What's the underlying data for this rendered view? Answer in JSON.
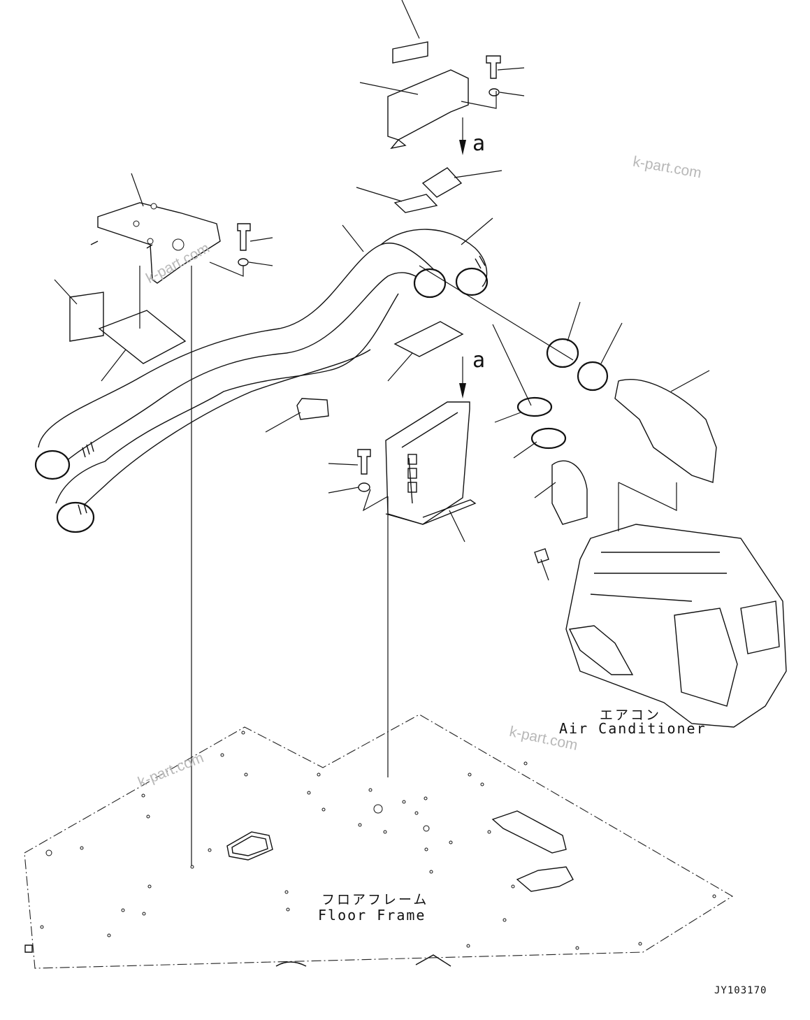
{
  "labels": {
    "air_conditioner_jp": "エアコン",
    "air_conditioner_en": "Air Canditioner",
    "floor_frame_jp": "フロアフレーム",
    "floor_frame_en": "Floor Frame",
    "arrow_a_top": "a",
    "arrow_a_mid": "a",
    "drawing_code": "JY103170"
  },
  "watermarks": [
    "k-part.com",
    "k-part.com",
    "k-part.com",
    "k-part.com"
  ]
}
